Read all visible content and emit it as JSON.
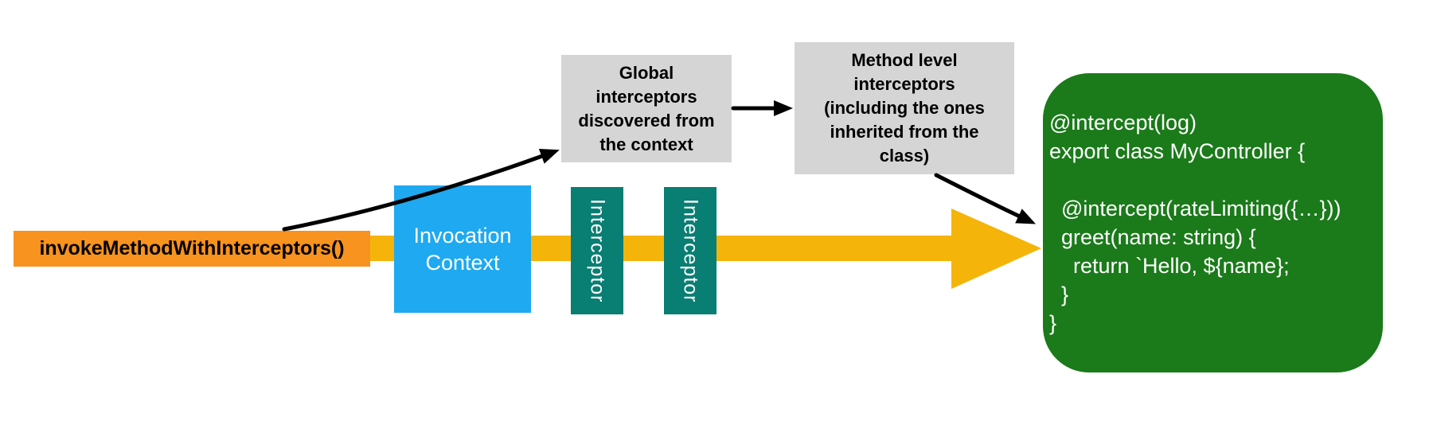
{
  "colors": {
    "background": "#FFFFFF",
    "orange_box": "#F7931E",
    "yellow_arrow": "#F5B40A",
    "blue_box": "#1EA9F0",
    "teal_box": "#097E73",
    "gray_box": "#D5D5D5",
    "green_box": "#1B7A1A",
    "black_arrows": "#000000",
    "light_text": "#FFFFFF",
    "dark_text": "#000000"
  },
  "nodes": {
    "invoke_method": {
      "label": "invokeMethodWithInterceptors()"
    },
    "invocation_context": {
      "label": "Invocation\nContext"
    },
    "interceptor_1": {
      "label": "Interceptor"
    },
    "interceptor_2": {
      "label": "Interceptor"
    },
    "global_interceptors": {
      "label": "Global\ninterceptors\ndiscovered from\nthe context"
    },
    "method_interceptors": {
      "label": "Method level\ninterceptors\n(including the ones\ninherited from the\nclass)"
    },
    "controller_code": {
      "code": "@intercept(log)\nexport class MyController {\n\n  @intercept(rateLimiting({…}))\n  greet(name: string) {\n    return `Hello, ${name};\n  }\n}"
    }
  },
  "edges": [
    {
      "id": "flow-arrow",
      "style": "thick-yellow",
      "from": "invokeMethodWithInterceptors()",
      "to": "MyController code"
    },
    {
      "id": "invoke-to-global",
      "style": "black-curved",
      "from": "invokeMethodWithInterceptors()",
      "to": "Global interceptors discovered from the context"
    },
    {
      "id": "global-to-method",
      "style": "black-straight",
      "from": "Global interceptors discovered from the context",
      "to": "Method level interceptors (including the ones inherited from the class)"
    },
    {
      "id": "method-to-code",
      "style": "black-curved",
      "from": "Method level interceptors (including the ones inherited from the class)",
      "to": "MyController code"
    }
  ]
}
